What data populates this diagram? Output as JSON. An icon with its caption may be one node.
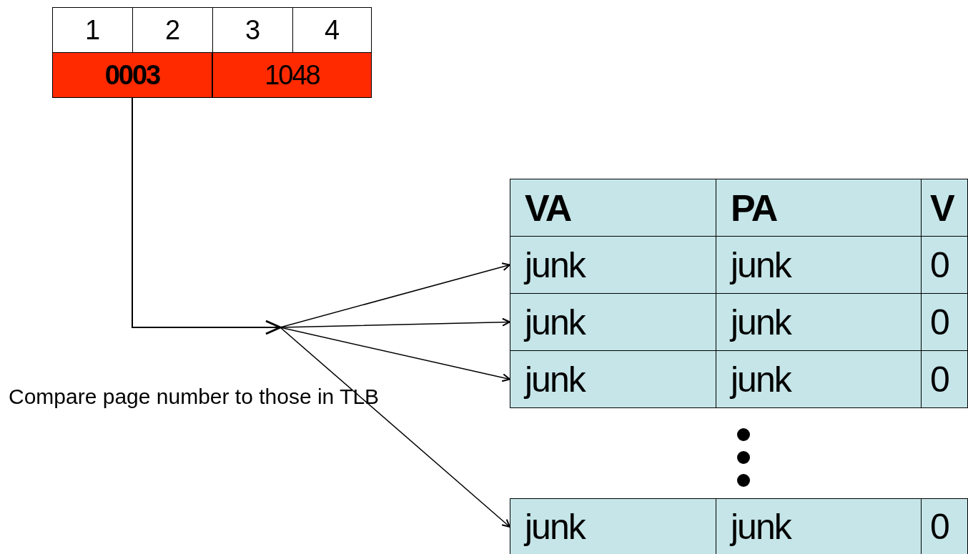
{
  "diagram": {
    "nodes": [
      {
        "text": [
          "0003"
        ]
      },
      {
        "text": [
          "1048"
        ]
      },
      {
        "text": [
          "VA",
          "PA",
          "V"
        ]
      },
      {
        "text": [
          "junk",
          "junk",
          "0"
        ]
      },
      {
        "text": [
          "junk",
          "junk",
          "0"
        ]
      },
      {
        "text": [
          "junk",
          "junk",
          "0"
        ]
      },
      {
        "text": [
          "junk",
          "junk",
          "0"
        ]
      }
    ],
    "edges": [
      {
        "from": 0,
        "to": 3,
        "arrow": "to"
      },
      {
        "from": 0,
        "to": 4,
        "arrow": "to"
      },
      {
        "from": 0,
        "to": 5,
        "arrow": "to"
      },
      {
        "from": 0,
        "to": 6,
        "arrow": "to"
      }
    ],
    "labels": [
      "1",
      "2",
      "3",
      "4",
      "Compare page number to those in TLB"
    ]
  }
}
